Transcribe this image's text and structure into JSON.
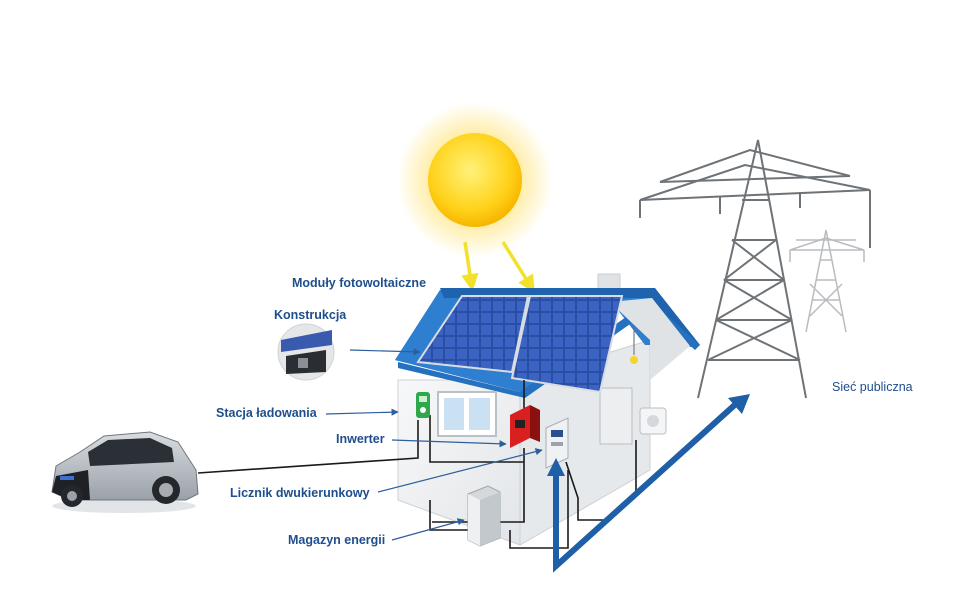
{
  "colors": {
    "label": "#1f4e8c",
    "arrow": "#2f5f9a",
    "grid_arrow": "#1f5fa8",
    "sun": "#ffd21a",
    "roof": "#2e7fcf",
    "panel": "#24469b",
    "wall": "#eef0f2"
  },
  "labels": {
    "pv_modules": "Moduły fotowoltaiczne",
    "mounting": "Konstrukcja",
    "charging_station": "Stacja ładowania",
    "inverter": "Inwerter",
    "bidirectional_meter": "Licznik dwukierunkowy",
    "energy_storage": "Magazyn energii",
    "public_grid": "Sieć publiczna"
  }
}
